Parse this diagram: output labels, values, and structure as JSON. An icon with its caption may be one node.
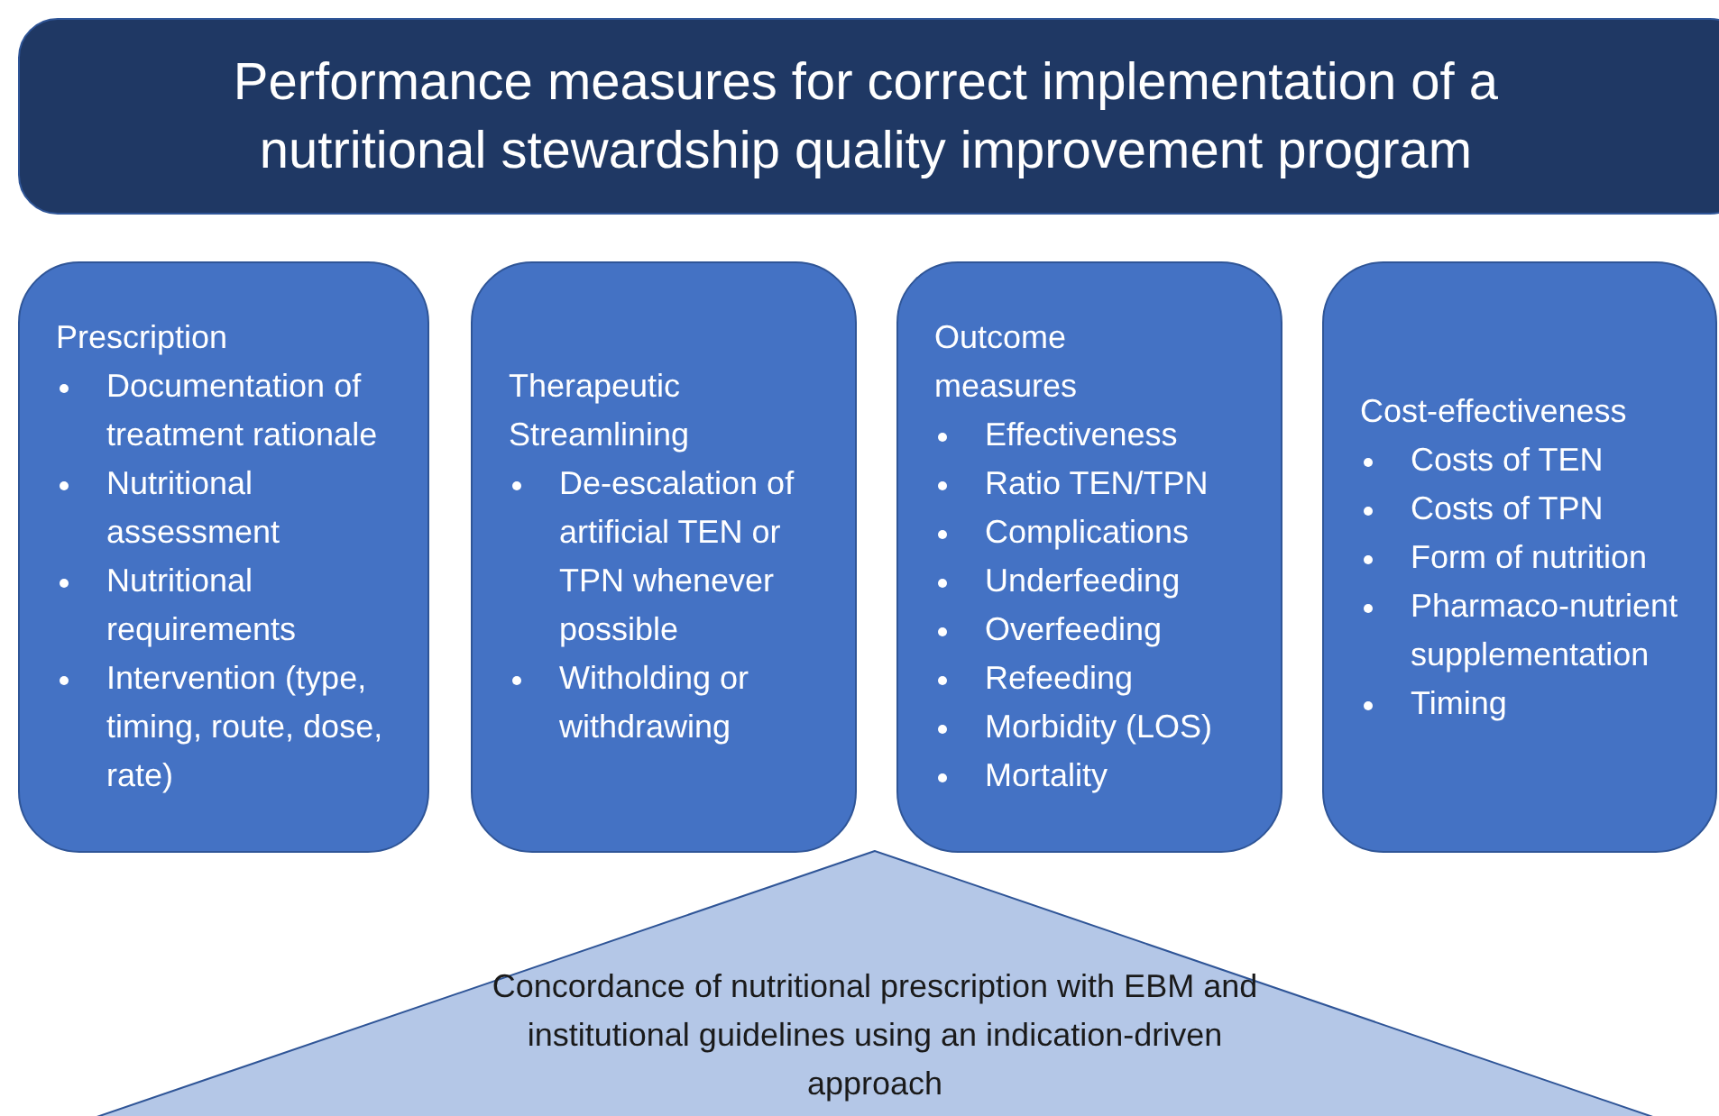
{
  "diagram": {
    "nodes": [
      {
        "text": [
          "Performance measures for correct implementation of a nutritional stewardship quality improvement program"
        ]
      },
      {
        "text": [
          "Prescription",
          "Documentation of treatment rationale",
          "Nutritional assessment",
          "Nutritional requirements",
          "Intervention (type, timing, route, dose, rate)"
        ]
      },
      {
        "text": [
          "Therapeutic Streamlining",
          "De-escalation of artificial TEN or TPN whenever possible",
          "Witholding or withdrawing"
        ]
      },
      {
        "text": [
          "Outcome measures",
          "Effectiveness",
          "Ratio TEN/TPN",
          "Complications",
          "Underfeeding",
          "Overfeeding",
          "Refeeding",
          "Morbidity (LOS)",
          "Mortality"
        ]
      },
      {
        "text": [
          "Cost-effectiveness",
          "Costs of TEN",
          "Costs of TPN",
          "Form of nutrition",
          "Pharmaco-nutrient supplementation",
          "Timing"
        ]
      },
      {
        "text": [
          "Concordance of nutritional prescription with EBM and institutional guidelines using an indication-driven approach"
        ]
      }
    ]
  }
}
